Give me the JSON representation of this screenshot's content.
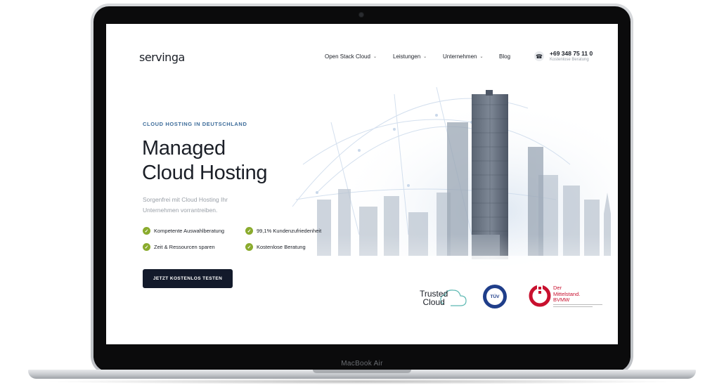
{
  "device": {
    "model_label": "MacBook Air"
  },
  "site": {
    "logo": "servinga",
    "nav": [
      {
        "label": "Open Stack Cloud",
        "dropdown": true
      },
      {
        "label": "Leistungen",
        "dropdown": true
      },
      {
        "label": "Unternehmen",
        "dropdown": true
      },
      {
        "label": "Blog",
        "dropdown": false
      }
    ],
    "phone": {
      "number": "+69 348 75 11 0",
      "caption": "Kostenlose Beratung"
    },
    "hero": {
      "eyebrow": "CLOUD HOSTING IN DEUTSCHLAND",
      "title_line1": "Managed",
      "title_line2": "Cloud Hosting",
      "subtitle": "Sorgenfrei mit Cloud Hosting Ihr Unternehmen vorrantreiben.",
      "features": [
        "Kompetente Auswahlberatung",
        "99,1% Kundenzufriedenheit",
        "Zeit & Ressourcen sparen",
        "Kostenlose Beratung"
      ],
      "cta": "JETZT KOSTENLOS TESTEN"
    },
    "badges": {
      "trusted_cloud_line1": "Trusted",
      "trusted_cloud_line2": "Cloud",
      "tuv": "TÜV",
      "mittelstand_line1": "Der",
      "mittelstand_line2": "Mittelstand.",
      "mittelstand_line3": "BVMW"
    },
    "colors": {
      "accent_green": "#8aab2d",
      "cta_bg": "#131a2b",
      "eyebrow_blue": "#3d6c9a"
    }
  }
}
